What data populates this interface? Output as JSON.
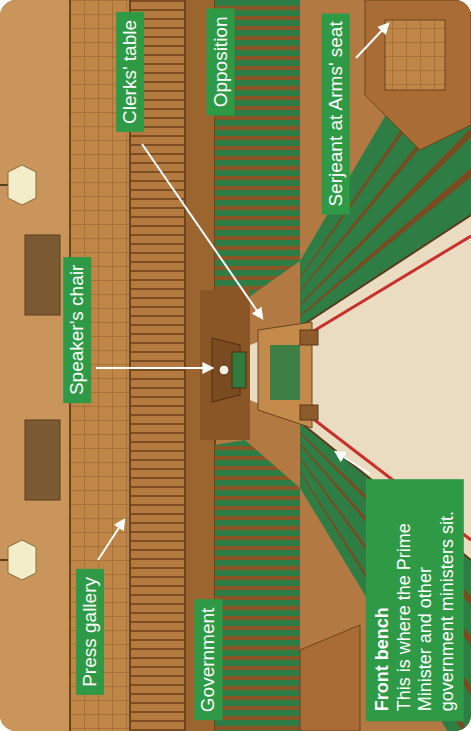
{
  "diagram": {
    "nodes": [
      {
        "text": [
          "Press gallery"
        ]
      },
      {
        "text": [
          "Speaker's chair"
        ]
      },
      {
        "text": [
          "Clerks' table"
        ]
      },
      {
        "text": [
          "Opposition"
        ]
      },
      {
        "text": [
          "Government"
        ]
      },
      {
        "text": [
          "Front bench",
          "This is where the Prime Minister and other government ministers sit."
        ]
      },
      {
        "text": [
          "Serjeant at Arms' seat"
        ]
      }
    ]
  }
}
